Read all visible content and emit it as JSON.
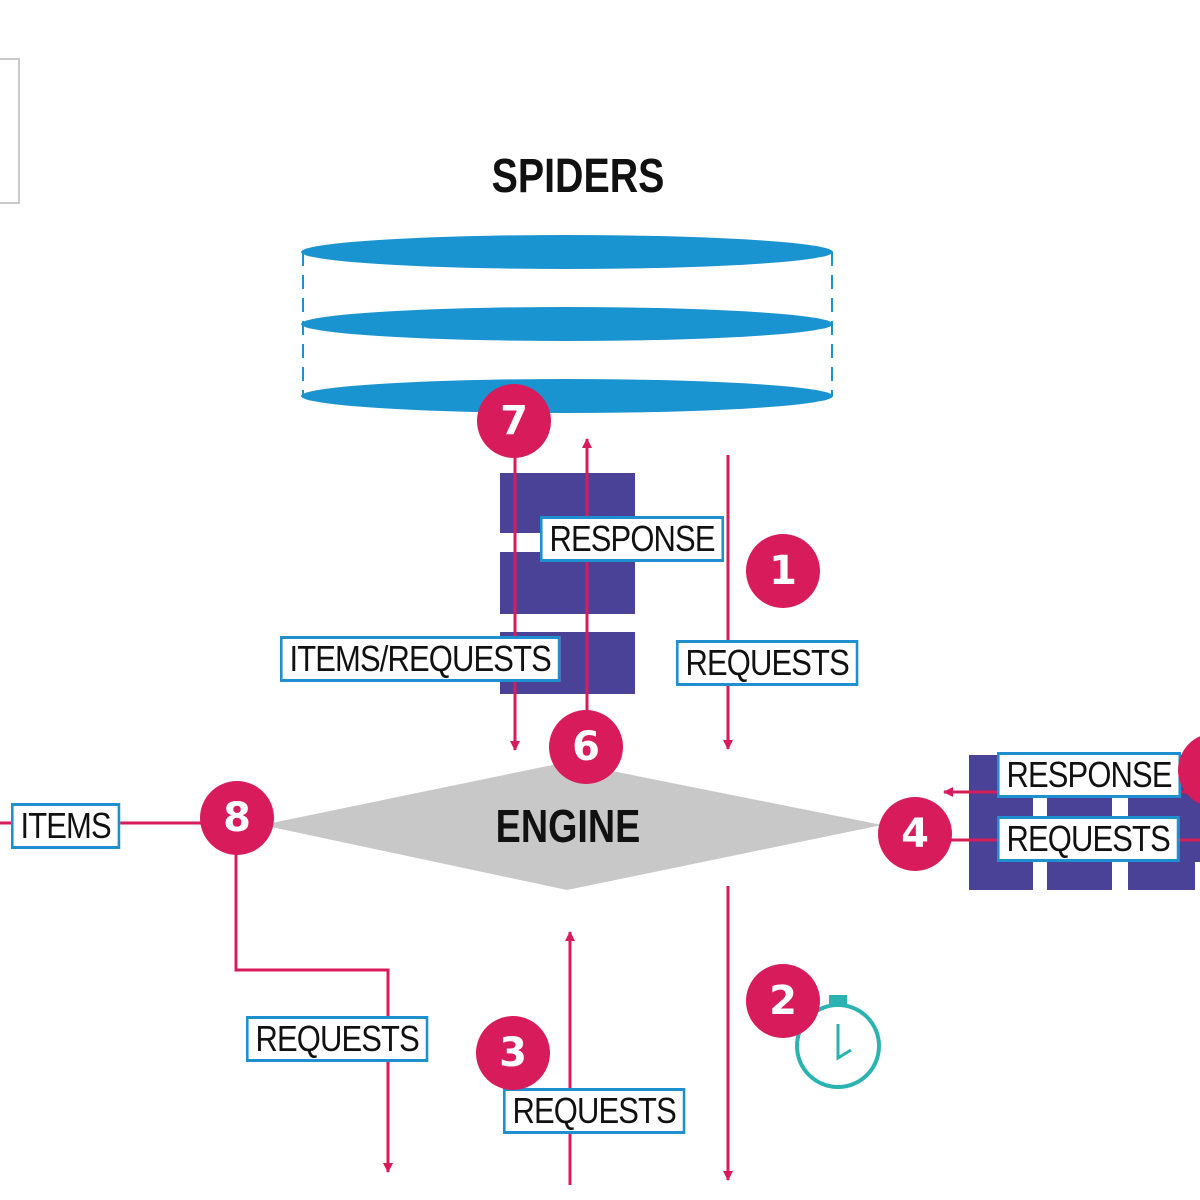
{
  "title": "SPIDERS",
  "engine": "ENGINE",
  "labels": {
    "response_top": "RESPONSE",
    "items_requests": "ITEMS/REQUESTS",
    "requests_right": "REQUESTS",
    "items": "ITEMS",
    "response_right": "RESPONSE",
    "requests_downloader": "REQUESTS",
    "requests_left_bottom": "REQUESTS",
    "requests_bottom": "REQUESTS"
  },
  "steps": {
    "s1": "1",
    "s2": "2",
    "s3": "3",
    "s4": "4",
    "s6": "6",
    "s7": "7",
    "s8": "8"
  },
  "colors": {
    "spider_disc": "#1a93d1",
    "block": "#4a4296",
    "arrow": "#d81b5a",
    "badge": "#d81b5a",
    "engine": "#c8c8c8",
    "label_border": "#1e90cf",
    "timer": "#2bb3b1"
  },
  "icons": [
    "stopwatch-icon"
  ]
}
